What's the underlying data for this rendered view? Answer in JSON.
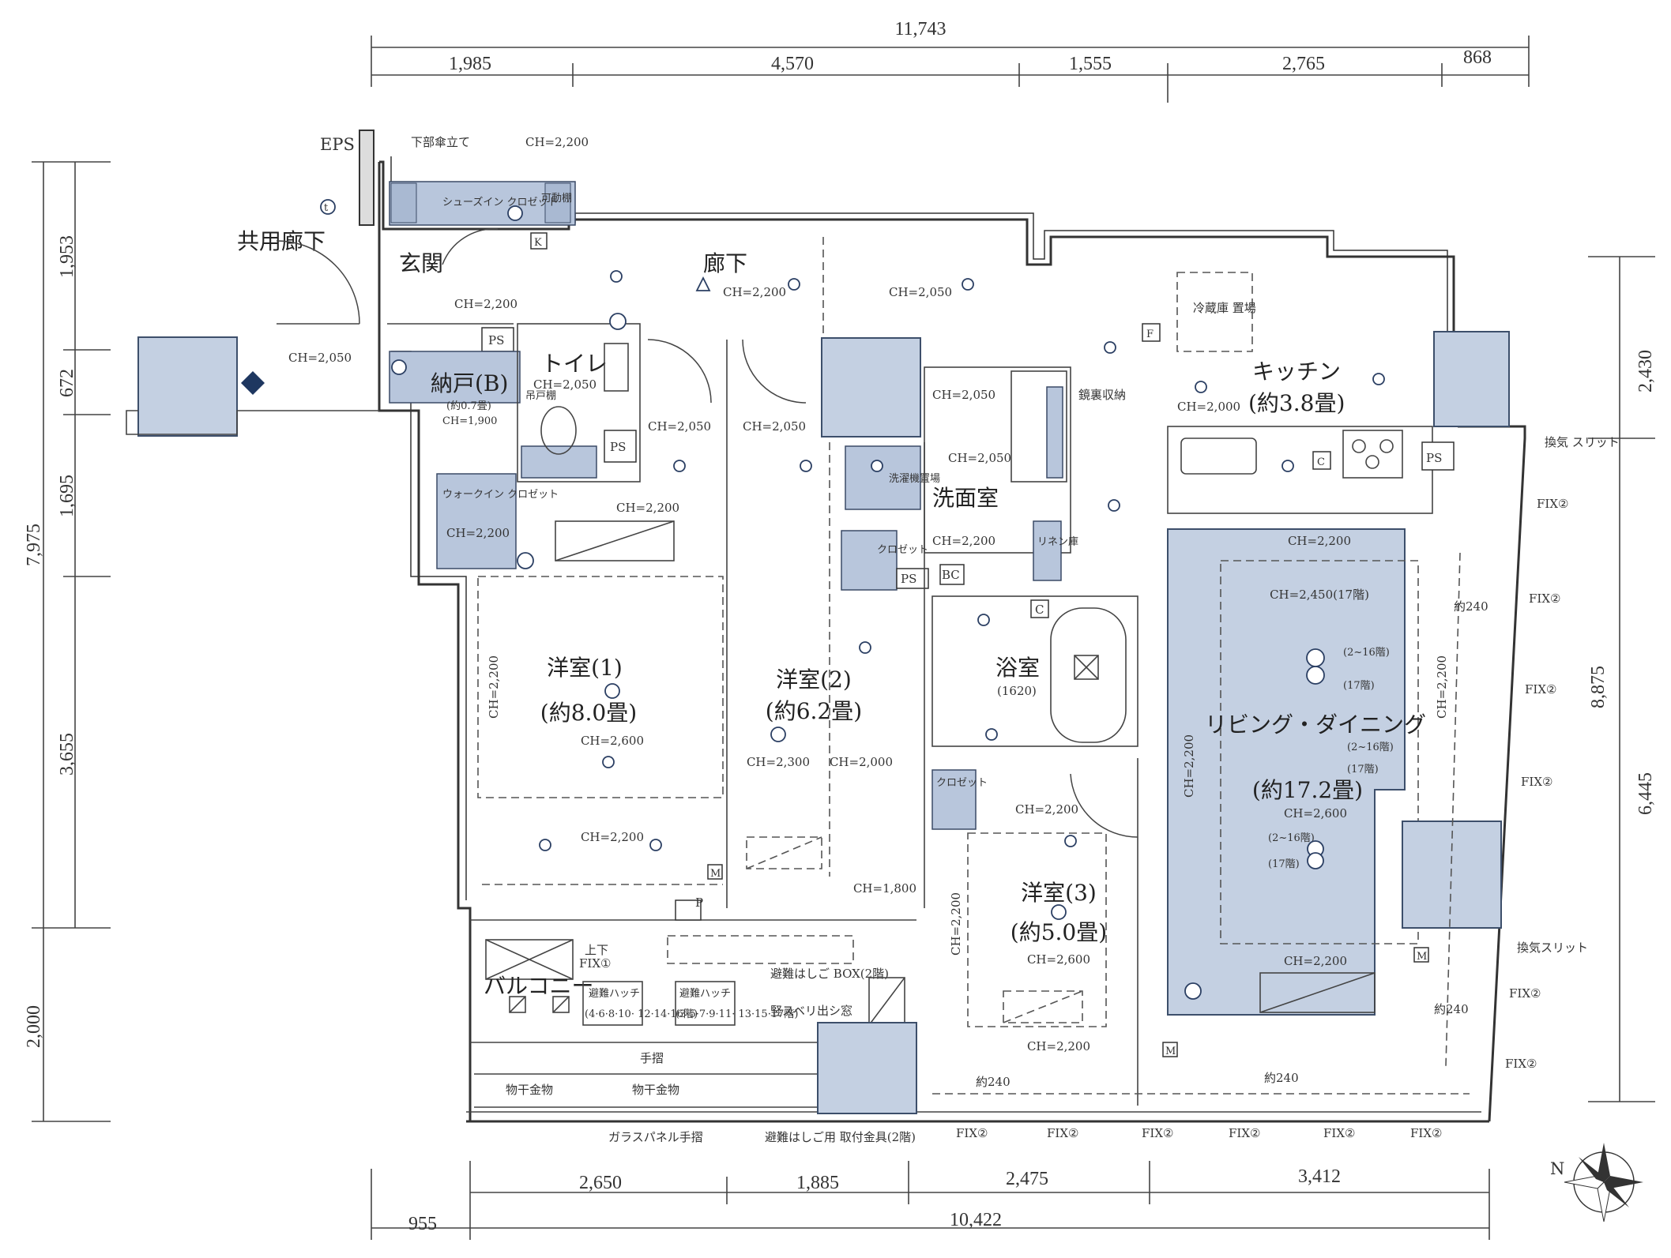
{
  "dimensions": {
    "top_total": "11,743",
    "top_segments": [
      "1,985",
      "4,570",
      "1,555",
      "2,765",
      "868"
    ],
    "bottom_segments": [
      "2,650",
      "1,885",
      "2,475",
      "3,412"
    ],
    "bottom_left": "955",
    "bottom_total": "10,422",
    "left_total": "7,975",
    "left_segments": [
      "1,953",
      "672",
      "1,695",
      "3,655"
    ],
    "left_bottom": "2,000",
    "right_total": "8,875",
    "right_segments": [
      "2,430",
      "6,445"
    ]
  },
  "labels": {
    "eps": "EPS",
    "umbrella": "下部傘立て",
    "ch2200": "CH=2,200",
    "ch2050": "CH=2,050",
    "ch2000": "CH=2,000",
    "ch2600": "CH=2,600",
    "ch2300": "CH=2,300",
    "ch1800": "CH=1,800",
    "ch1900": "CH=1,900",
    "ch2450": "CH=2,450(17階)",
    "shoes_closet": "シューズイン クロゼット",
    "movable": "可動棚",
    "common_hall": "共用廊下",
    "entrance": "玄関",
    "corridor": "廊下",
    "storage": "納戸(B)",
    "storage_size": "(約0.7畳)",
    "toilet": "トイレ",
    "hanging_shelf": "吊戸棚",
    "walkin": "ウォークイン クロゼット",
    "ps": "PS",
    "bc": "BC",
    "p": "P",
    "m": "M",
    "c": "C",
    "k": "K",
    "fridge": "冷蔵庫 置場",
    "kitchen": "キッチン",
    "kitchen_size": "(約3.8畳)",
    "mirror_storage": "鏡裏収納",
    "washroom": "洗面室",
    "laundry": "洗濯機置場",
    "closet": "クロゼット",
    "linen": "リネン庫",
    "bath": "浴室",
    "bath_size": "(1620)",
    "room1": "洋室(1)",
    "room1_size": "(約8.0畳)",
    "room2": "洋室(2)",
    "room2_size": "(約6.2畳)",
    "room3": "洋室(3)",
    "room3_size": "(約5.0畳)",
    "living": "リビング・ダイニング",
    "living_size": "(約17.2畳)",
    "floors_2_16": "(2~16階)",
    "floors_17": "(17階)",
    "vent_slit": "換気 スリット",
    "vent_slit2": "換気スリット",
    "fix": "FIX②",
    "fix1": "FIX①",
    "approx240": "約240",
    "balcony": "バルコニー",
    "updown": "上下",
    "hatch": "避難ハッチ",
    "hatch1_floors": "(4·6·8·10· 12·14·16階)",
    "hatch2_floors": "(3·5·7·9·11· 13·15·17階)",
    "ladder_box": "避難はしご BOX(2階)",
    "slide_window": "竪スベリ出シ窓",
    "handrail": "手摺",
    "dry_rack": "物干金物",
    "glass_rail": "ガラスパネル手摺",
    "ladder_fitting": "避難はしご用 取付金具(2階)"
  },
  "compass": "N"
}
